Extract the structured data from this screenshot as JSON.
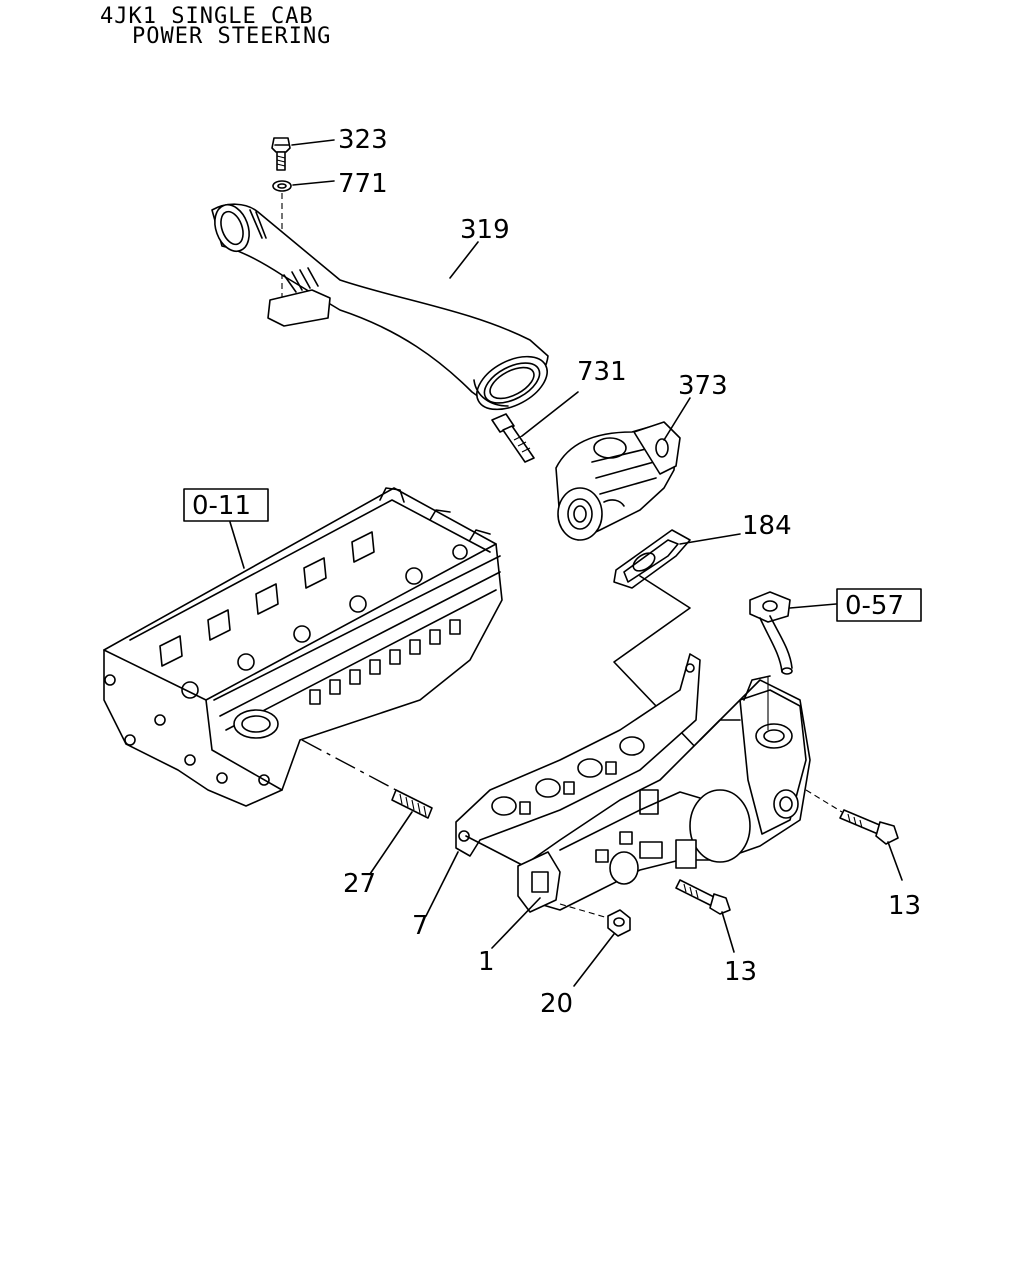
{
  "header": {
    "line1": "4JK1 SINGLE CAB",
    "line2": "POWER STEERING"
  },
  "callouts": {
    "c323": "323",
    "c771": "771",
    "c319": "319",
    "c731": "731",
    "c373": "373",
    "c184": "184",
    "c27": "27",
    "c7": "7",
    "c1": "1",
    "c20": "20",
    "c13a": "13",
    "c13b": "13"
  },
  "references": {
    "r011": "0-11",
    "r057": "0-57"
  }
}
